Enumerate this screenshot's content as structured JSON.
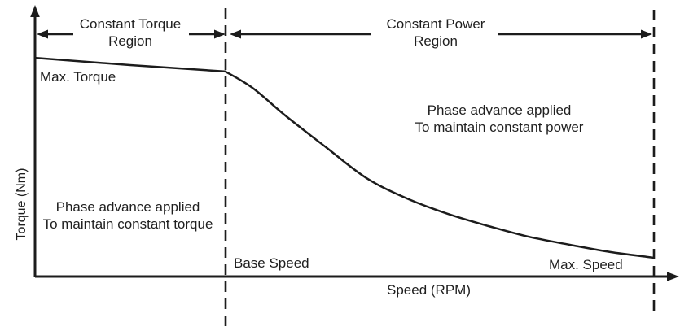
{
  "figure": {
    "background_color": "#ffffff",
    "ink_color": "#1c1c1c",
    "text_color": "#1f1f1f"
  },
  "chart_data": {
    "type": "line",
    "title": "",
    "xlabel": "Speed (RPM)",
    "ylabel": "Torque (Nm)",
    "grid": false,
    "x_ticks": [],
    "y_ticks": [],
    "axis_style": "conceptual (no numeric scale, arrowheads on both axes)",
    "regions": [
      {
        "label": "Constant Torque Region",
        "x_start_frac": 0.0,
        "x_end_frac": 0.296
      },
      {
        "label": "Constant Power Region",
        "x_start_frac": 0.296,
        "x_end_frac": 0.962
      }
    ],
    "markers": [
      {
        "label": "Base Speed",
        "x_frac": 0.296,
        "style": "dashed-vertical-line"
      },
      {
        "label": "Max. Speed",
        "x_frac": 0.962,
        "style": "dashed-vertical-line"
      },
      {
        "label": "Max. Torque",
        "y_frac": 0.815
      }
    ],
    "series": [
      {
        "name": "torque_speed_characteristic",
        "segments": [
          {
            "shape": "linear",
            "points_frac": [
              [
                0.0,
                0.815
              ],
              [
                0.148,
                0.788
              ],
              [
                0.296,
                0.764
              ]
            ]
          },
          {
            "shape": "smooth",
            "points_frac": [
              [
                0.296,
                0.764
              ],
              [
                0.338,
                0.703
              ],
              [
                0.389,
                0.6
              ],
              [
                0.452,
                0.482
              ],
              [
                0.515,
                0.367
              ],
              [
                0.578,
                0.291
              ],
              [
                0.642,
                0.233
              ],
              [
                0.705,
                0.188
              ],
              [
                0.768,
                0.148
              ],
              [
                0.832,
                0.118
              ],
              [
                0.895,
                0.091
              ],
              [
                0.962,
                0.07
              ]
            ]
          }
        ]
      }
    ],
    "annotations": [
      "Phase advance applied To maintain constant torque (inside constant torque region)",
      "Phase advance applied To maintain constant power (inside constant power region)"
    ]
  },
  "labels": {
    "constant_torque_region_line1": "Constant Torque",
    "constant_torque_region_line2": "Region",
    "constant_power_region_line1": "Constant Power",
    "constant_power_region_line2": "Region",
    "max_torque": "Max. Torque",
    "phase_power_line1": "Phase advance applied",
    "phase_power_line2": "To maintain constant power",
    "phase_torque_line1": "Phase advance applied",
    "phase_torque_line2": "To maintain constant torque",
    "base_speed": "Base Speed",
    "max_speed": "Max. Speed",
    "xlabel": "Speed (RPM)",
    "ylabel": "Torque (Nm)"
  }
}
